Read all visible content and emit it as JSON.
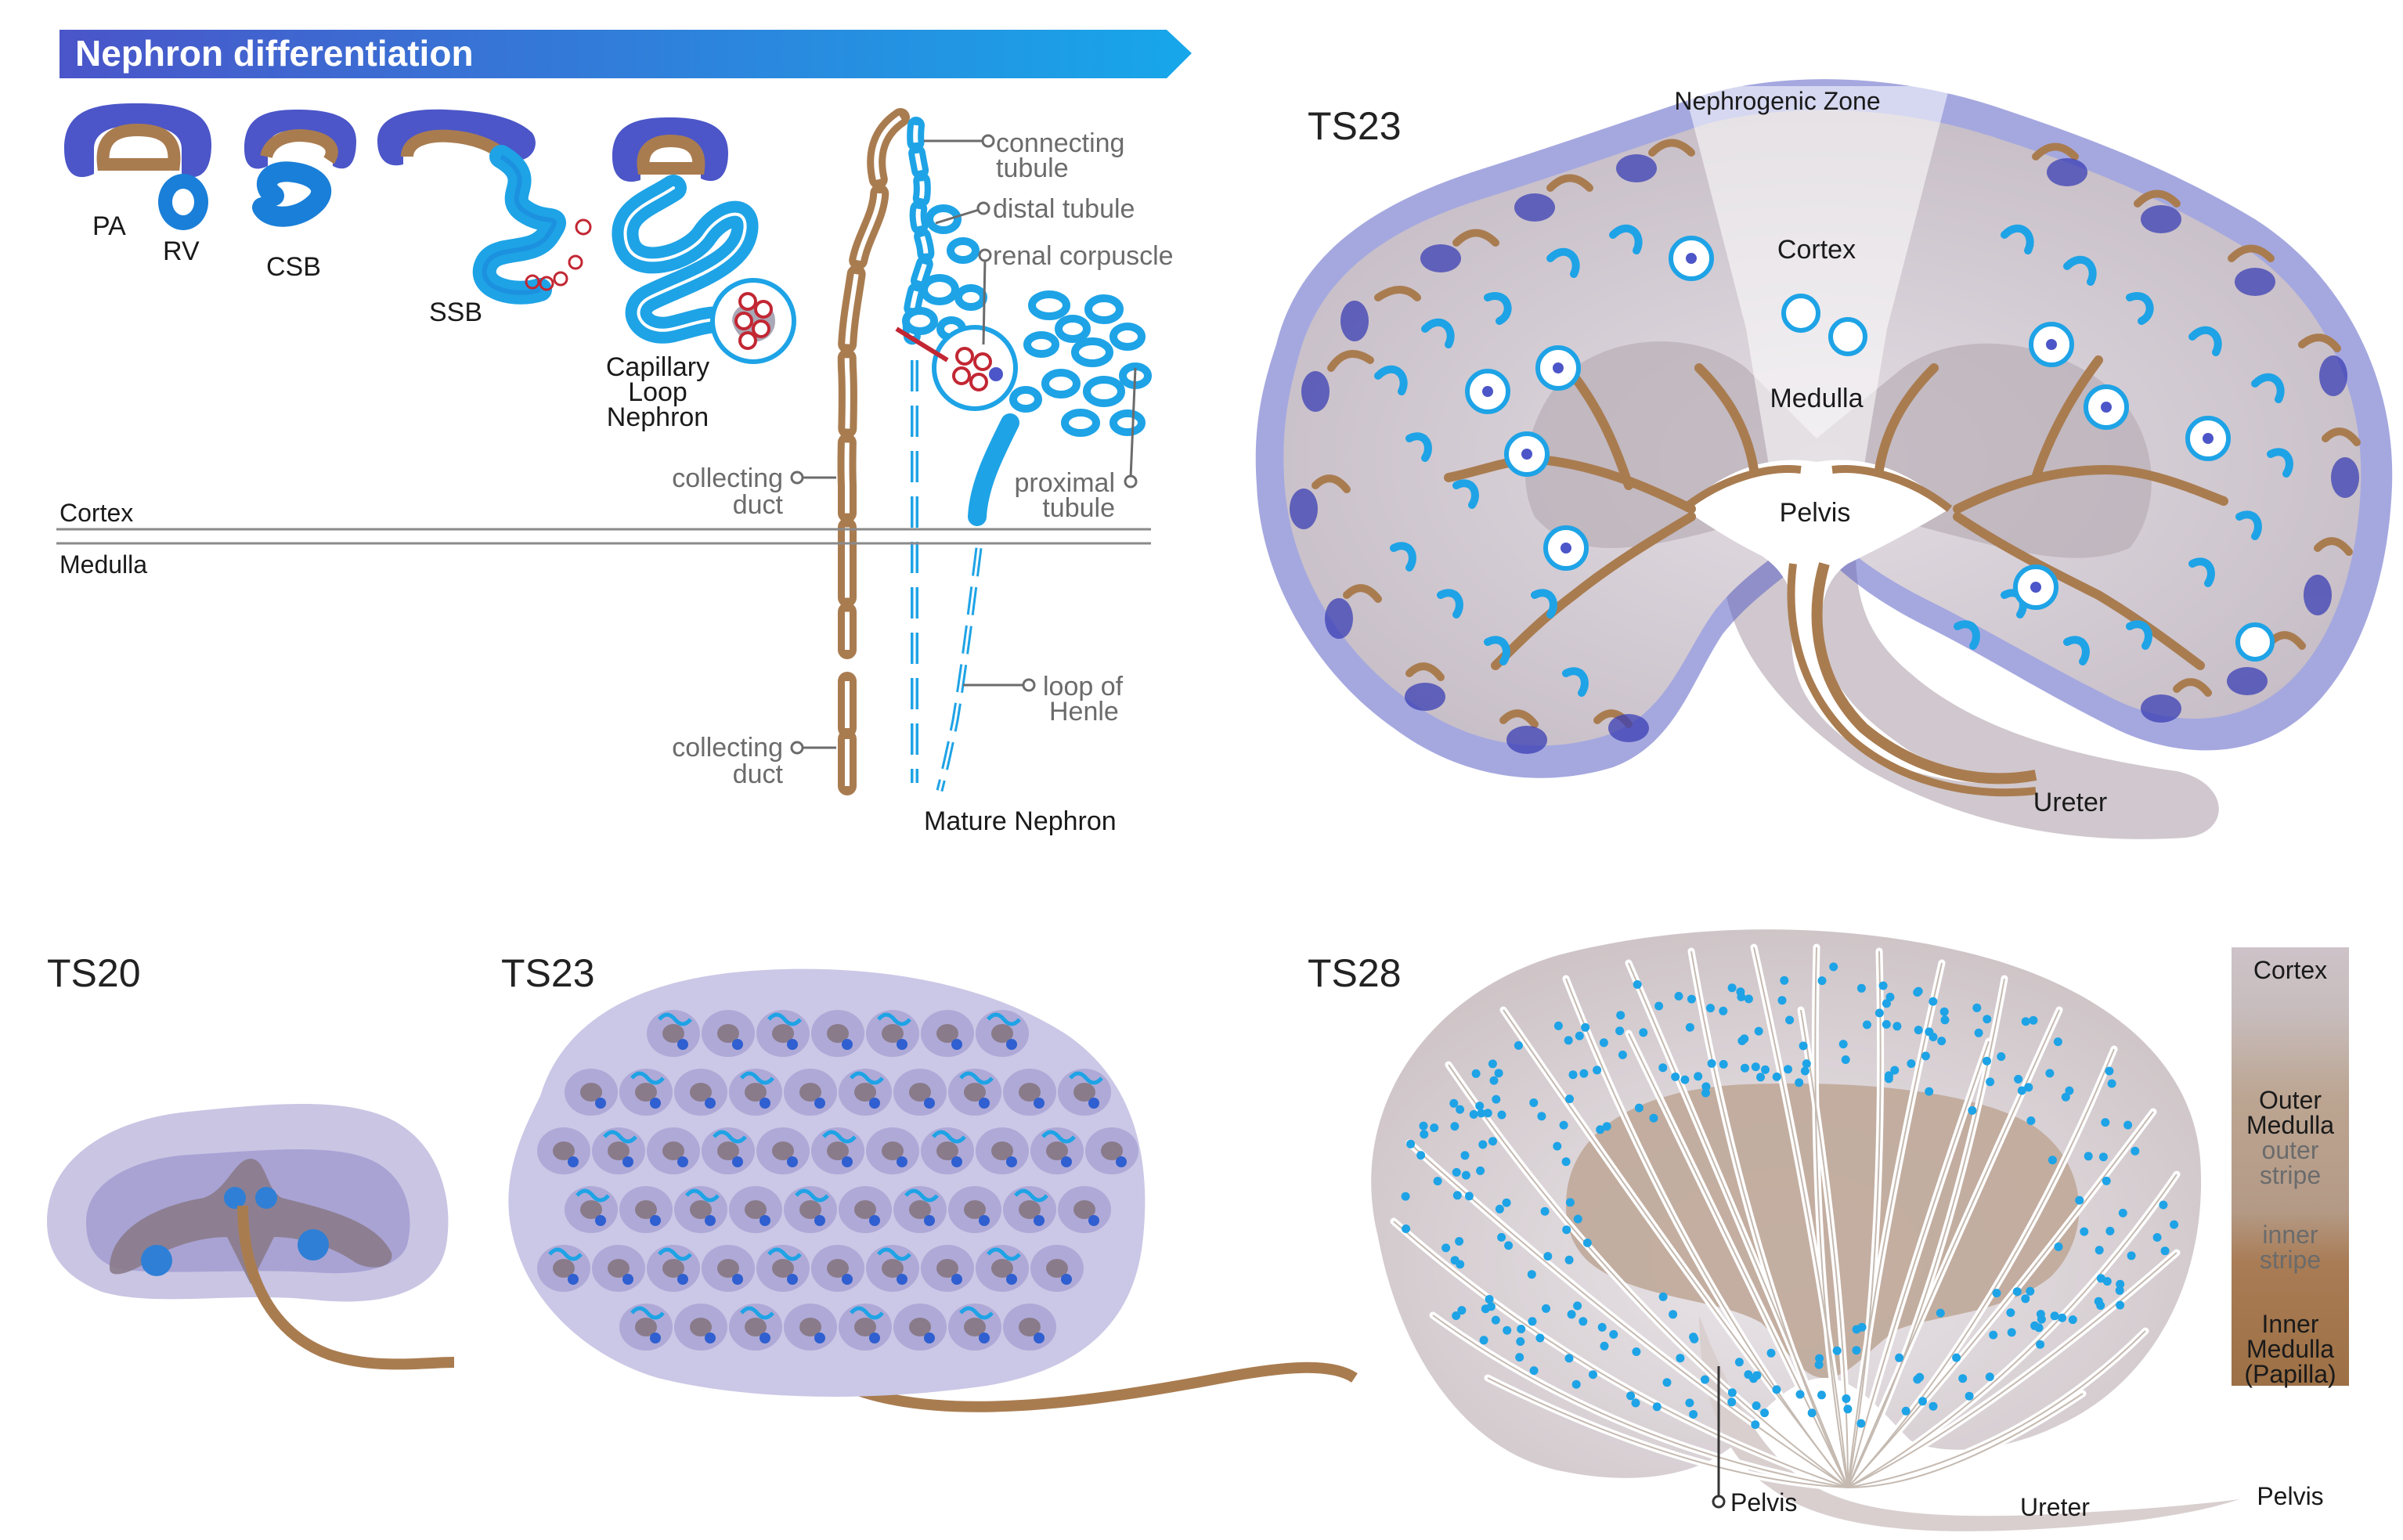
{
  "header": {
    "title": "Nephron differentiation"
  },
  "stages": {
    "pa": "PA",
    "rv": "RV",
    "csb": "CSB",
    "ssb": "SSB",
    "capillary_loop": [
      "Capillary",
      "Loop",
      "Nephron"
    ]
  },
  "mature": {
    "connecting_tubule": [
      "connecting",
      "tubule"
    ],
    "distal_tubule": "distal tubule",
    "renal_corpuscle": "renal corpuscle",
    "collecting_duct_upper": [
      "collecting",
      "duct"
    ],
    "proximal_tubule": [
      "proximal",
      "tubule"
    ],
    "loop_of_henle": [
      "loop of",
      "Henle"
    ],
    "collecting_duct_lower": [
      "collecting",
      "duct"
    ],
    "caption": "Mature Nephron"
  },
  "zones": {
    "cortex": "Cortex",
    "medulla": "Medulla"
  },
  "kidney_ts23_large": {
    "stage": "TS23",
    "nephrogenic_zone": "Nephrogenic Zone",
    "cortex": "Cortex",
    "medulla": "Medulla",
    "pelvis": "Pelvis",
    "ureter": "Ureter"
  },
  "bottom": {
    "ts20": "TS20",
    "ts23": "TS23",
    "ts28": "TS28",
    "ts28_pelvis": "Pelvis",
    "ts28_ureter": "Ureter"
  },
  "zone_bar": {
    "cortex": "Cortex",
    "outer_medulla": [
      "Outer",
      "Medulla"
    ],
    "outer_stripe": [
      "outer",
      "stripe"
    ],
    "inner_stripe": [
      "inner",
      "stripe"
    ],
    "inner_medulla": [
      "Inner",
      "Medulla",
      "(Papilla)"
    ],
    "pelvis": "Pelvis"
  },
  "colors": {
    "duct": "#a97c50",
    "nephron_blue": "#1ea3e6",
    "cap_blue": "#4c56c8",
    "kidney_gray": "#c9c0c6",
    "mesenchyme": "#b6b2dc"
  }
}
